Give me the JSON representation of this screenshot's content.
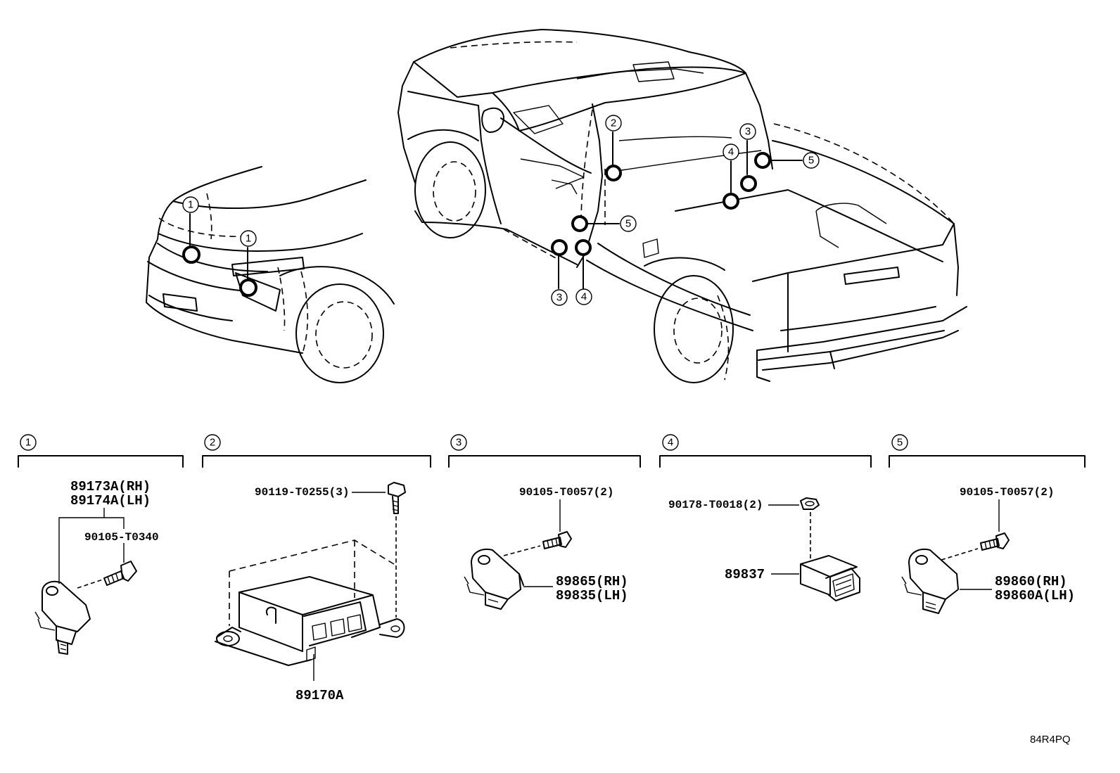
{
  "location_markers": {
    "front_1a": "1",
    "front_1b": "1",
    "cab_2": "2",
    "rear_3": "3",
    "rear_4": "4",
    "rear_5": "5",
    "door_5": "5",
    "door_3": "3",
    "door_4": "4"
  },
  "sections": [
    {
      "id": "1",
      "labels": {
        "sensor_rh": "89173A(RH)",
        "sensor_lh": "89174A(LH)",
        "bolt": "90105-T0340"
      }
    },
    {
      "id": "2",
      "labels": {
        "bolt": "90119-T0255(3)",
        "module": "89170A"
      }
    },
    {
      "id": "3",
      "labels": {
        "bolt": "90105-T0057(2)",
        "sensor_rh": "89865(RH)",
        "sensor_lh": "89835(LH)"
      }
    },
    {
      "id": "4",
      "labels": {
        "nut": "90178-T0018(2)",
        "sensor": "89837"
      }
    },
    {
      "id": "5",
      "labels": {
        "bolt": "90105-T0057(2)",
        "sensor_rh": "89860(RH)",
        "sensor_lh": "89860A(LH)"
      }
    }
  ],
  "illustration_code": "84R4PQ"
}
